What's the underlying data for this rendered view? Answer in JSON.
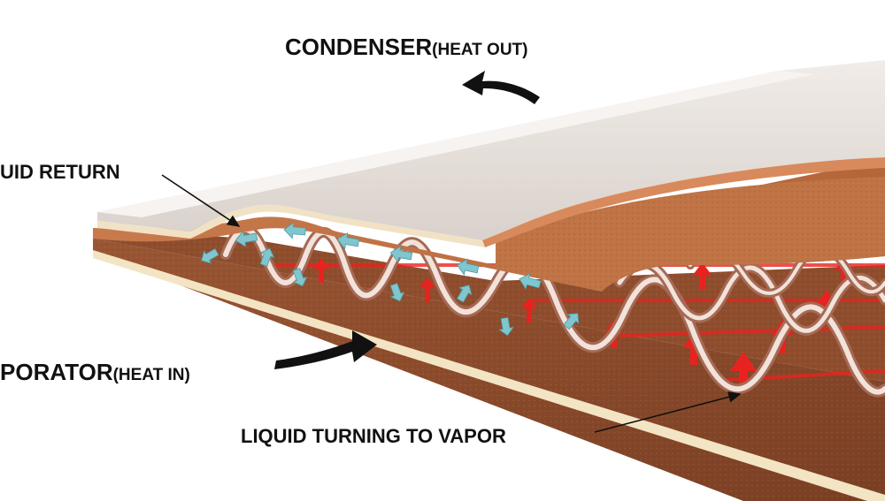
{
  "labels": {
    "condenser_main": "CONDENSER",
    "condenser_sub": "(HEAT OUT)",
    "liquid_return": "UID RETURN",
    "evaporator_main": "PORATOR",
    "evaporator_sub": "(HEAT IN)",
    "liquid_turning": "LIQUID TURNING TO VAPOR"
  },
  "colors": {
    "top_sheet": "#e6dfda",
    "copper_wick": "#b86a3f",
    "base_wick": "#8a4a2c",
    "base_edge": "#f3e4c3",
    "wire": "#e8d2c8",
    "vapor_arrow": "#e8231f",
    "liquid_arrow": "#7fc6cf",
    "label_text": "#111111"
  },
  "icons": [
    "condenser-heat-out-arrow-icon",
    "evaporator-heat-in-arrow-icon",
    "vapor-flow-arrow-icon",
    "liquid-flow-arrow-icon"
  ]
}
